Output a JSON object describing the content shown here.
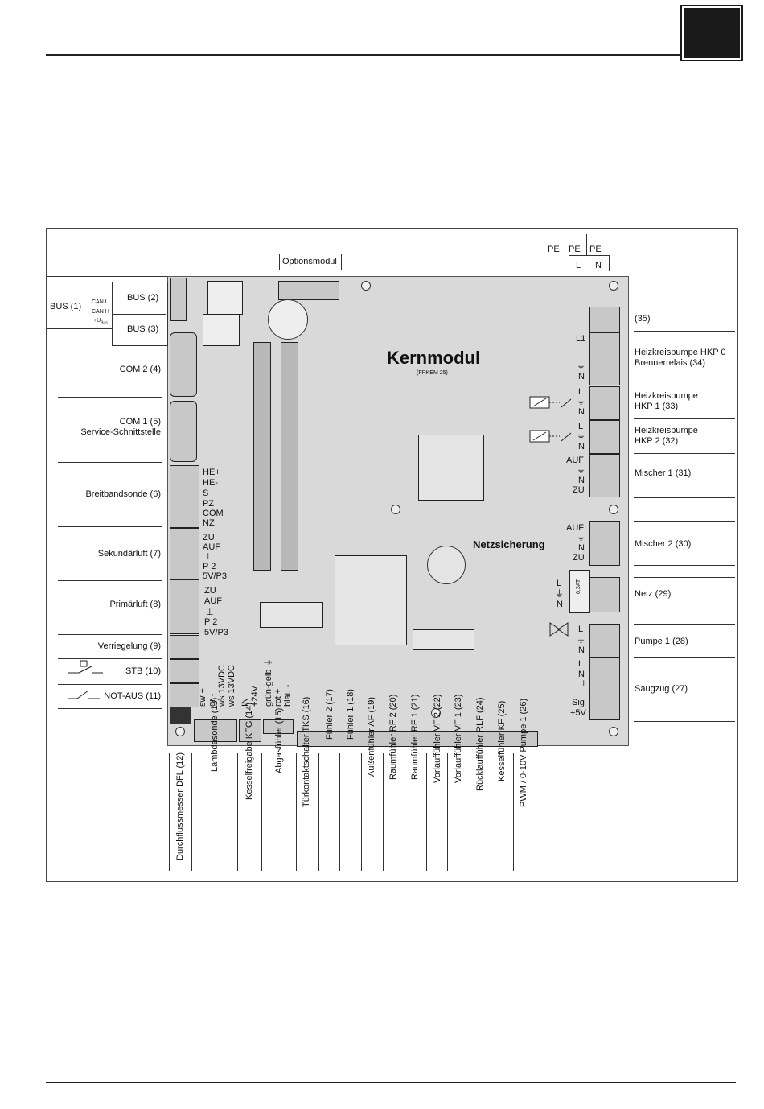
{
  "header": {
    "tab_box": ""
  },
  "board": {
    "title": "Kernmodul",
    "subtitle": "(FRKEM 25)",
    "fuse_label": "Netzsicherung",
    "fuse_rating": "6,3AT",
    "options_module": "Optionsmodul"
  },
  "top_power": {
    "pe1": "PE",
    "pe2": "PE",
    "pe3": "PE",
    "l": "L",
    "n": "N"
  },
  "left_labels": {
    "bus1": "BUS (1)",
    "bus2": "BUS (2)",
    "bus3": "BUS (3)",
    "can_l": "CAN L",
    "can_h": "CAN H",
    "u_bus": "+U",
    "u_bus_sub": "Bus",
    "com2": "COM 2 (4)",
    "com1": "COM 1 (5)",
    "service": "Service-Schnittstelle",
    "breitband": "Breitbandsonde (6)",
    "sekundaer": "Sekundärluft (7)",
    "primaer": "Primärluft (8)",
    "verriegelung": "Verriegelung (9)",
    "stb": "STB (10)",
    "notaus": "NOT-AUS (11)"
  },
  "pin_labels": {
    "breitband": [
      "HE+",
      "HE-",
      "S",
      "PZ",
      "COM",
      "NZ"
    ],
    "sekundaer": [
      "ZU",
      "AUF",
      "⊥",
      "P 2",
      "5V/P3"
    ],
    "primaer": [
      "ZU",
      "AUF",
      "⊥",
      "P 2",
      "5V/P3"
    ],
    "lambda": [
      "sw +",
      "gr -",
      "ws 13VDC",
      "ws 13VDC"
    ],
    "kfg": [
      "IN",
      "+24V"
    ],
    "abgas": [
      "grün-gelb ⏚",
      "rot +",
      "blau -"
    ],
    "hkp0": [
      "L1",
      "⏚",
      "N"
    ],
    "hkp1": [
      "L",
      "⏚",
      "N"
    ],
    "hkp2": [
      "L",
      "⏚",
      "N"
    ],
    "mischer1": [
      "AUF",
      "⏚",
      "N",
      "ZU"
    ],
    "mischer2": [
      "AUF",
      "⏚",
      "N",
      "ZU"
    ],
    "netz": [
      "L",
      "⏚",
      "N"
    ],
    "pumpe1": [
      "L",
      "⏚",
      "N"
    ],
    "saugzug": [
      "L",
      "N",
      "⊥",
      "Sig",
      "+5V"
    ]
  },
  "right_labels": {
    "r35": "(35)",
    "hkp0_a": "Heizkreispumpe HKP 0",
    "hkp0_b": "Brennerrelais (34)",
    "hkp1_a": "Heizkreispumpe",
    "hkp1_b": "HKP 1 (33)",
    "hkp2_a": "Heizkreispumpe",
    "hkp2_b": "HKP 2 (32)",
    "mischer1": "Mischer 1 (31)",
    "mischer2": "Mischer 2 (30)",
    "netz": "Netz (29)",
    "pumpe1": "Pumpe 1 (28)",
    "saugzug": "Saugzug (27)"
  },
  "bottom_labels": [
    "Durchflussmesser DFL (12)",
    "Lambdasonde (13)",
    "Kesselfreigabe KFG (14)",
    "Abgasfühler (15)",
    "Türkontaktschalter TKS (16)",
    "Fühler 2 (17)",
    "Fühler 1 (18)",
    "Außenfühler AF (19)",
    "Raumfühler RF 2 (20)",
    "Raumfühler RF 1 (21)",
    "Vorlauffühler VF 2 (22)",
    "Vorlauffühler VF 1 (23)",
    "Rücklauffühler RLF (24)",
    "Kesselfühler KF (25)",
    "PWM / 0-10V Pumpe 1 (26)"
  ],
  "colors": {
    "board": "#d9d9d9",
    "line": "#333333",
    "tab": "#1a1a1a"
  }
}
